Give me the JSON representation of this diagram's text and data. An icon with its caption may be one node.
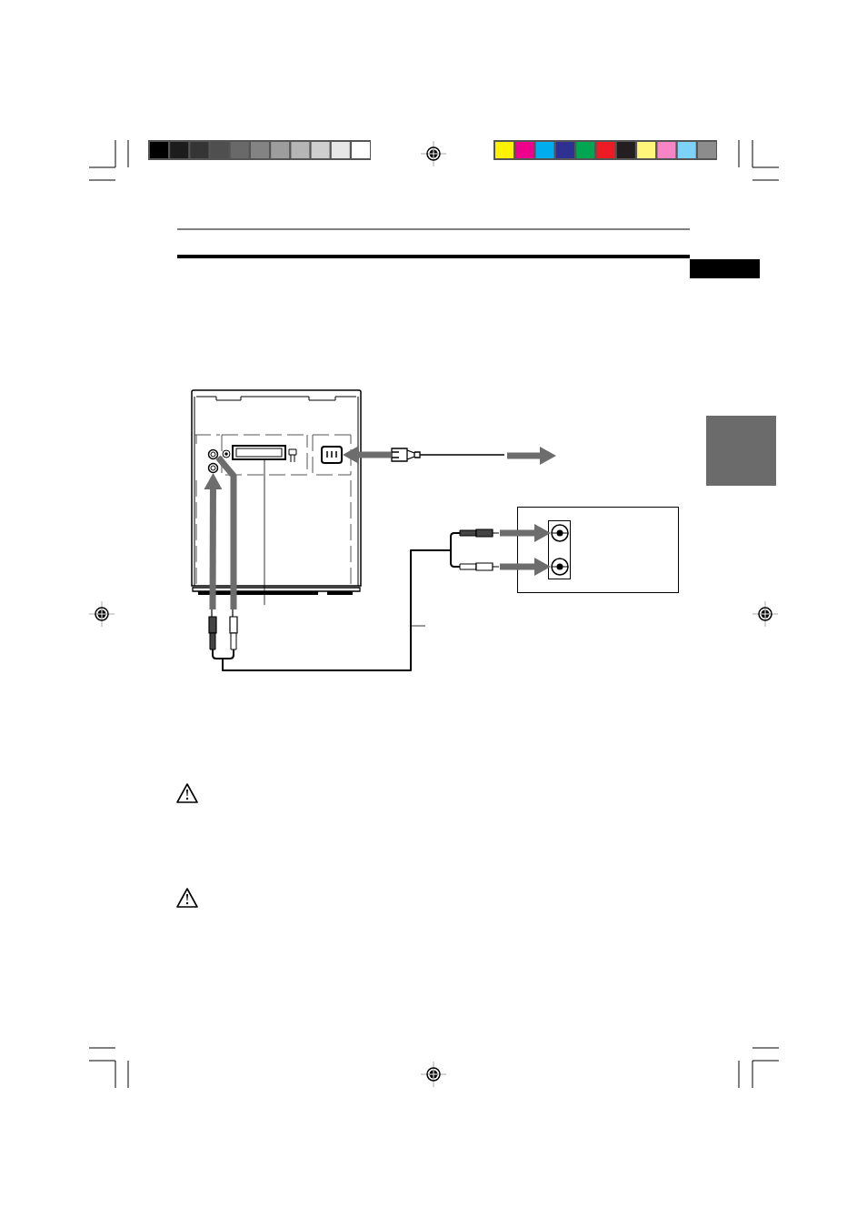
{
  "diagram": {
    "nodes": [
      {
        "text": [],
        "shape": "box"
      },
      {
        "text": [],
        "shape": "box",
        "in": 0
      },
      {
        "text": [],
        "shape": "circle",
        "in": 0
      },
      {
        "text": [],
        "shape": "circle",
        "in": 0
      },
      {
        "text": [],
        "shape": "plug"
      },
      {
        "text": [],
        "shape": "box"
      },
      {
        "text": [],
        "shape": "circle",
        "in": 5
      },
      {
        "text": [],
        "shape": "circle",
        "in": 5
      },
      {
        "text": [],
        "shape": "plug"
      },
      {
        "text": [],
        "shape": "plug"
      },
      {
        "text": [],
        "shape": "box"
      },
      {
        "text": [],
        "shape": "box"
      }
    ],
    "edges": [
      {
        "from": 4,
        "to": 1,
        "arrow": "to"
      },
      {
        "from": 4,
        "to": null,
        "arrow": "to"
      },
      {
        "from": 8,
        "to": 3,
        "arrow": "to"
      },
      {
        "from": 8,
        "to": 2,
        "arrow": "none"
      },
      {
        "from": 9,
        "to": 6,
        "arrow": "to"
      },
      {
        "from": 9,
        "to": 7,
        "arrow": "to"
      },
      {
        "from": 8,
        "to": 9,
        "arrow": "none",
        "color": "#000000"
      }
    ]
  }
}
